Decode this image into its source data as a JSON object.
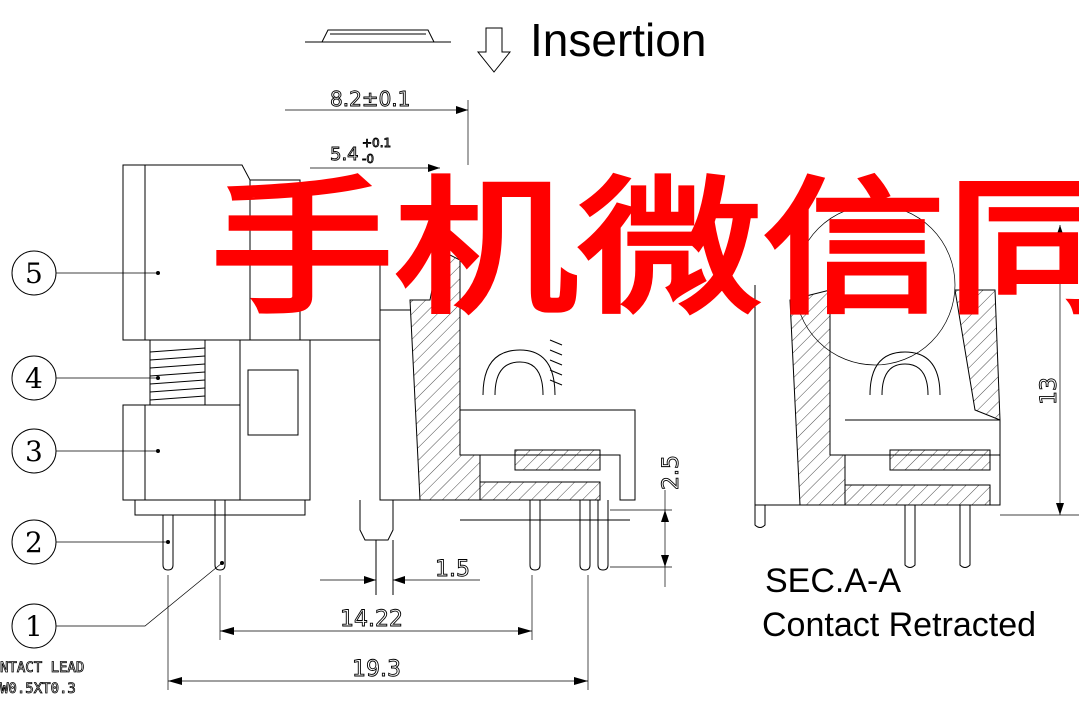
{
  "header": {
    "insertion_label": "Insertion"
  },
  "dimensions": {
    "width_overall": "8.2±0.1",
    "width_inner": "5.4",
    "tol_plus": "+0.1",
    "tol_minus": "-0",
    "height_right": "13",
    "pin_protrusion": "2.5",
    "pin_gap": "1.5",
    "pitch": "14.22",
    "overall": "19.3"
  },
  "balloons": [
    "5",
    "4",
    "3",
    "2",
    "1"
  ],
  "note": {
    "line1": "NTACT LEAD",
    "line2": "W0.5XT0.3"
  },
  "section": {
    "title": "SEC.A-A",
    "subtitle": "Contact Retracted"
  },
  "watermark": "手机微信同",
  "colors": {
    "watermark": "#ff0000",
    "line": "#000000",
    "background": "#ffffff"
  }
}
